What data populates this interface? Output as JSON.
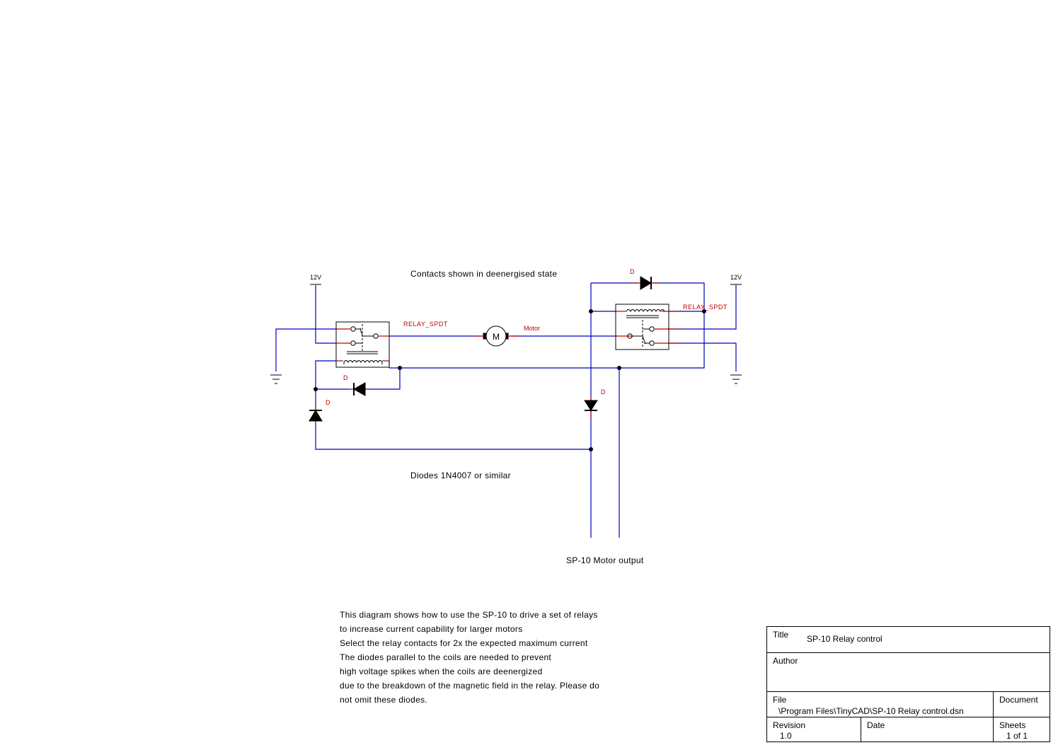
{
  "labels": {
    "supply_left": "12V",
    "supply_right": "12V",
    "relay_left": "RELAY_SPDT",
    "relay_right": "RELAY_SPDT",
    "motor_ref": "Motor",
    "motor_symbol": "M",
    "diode_ref": "D"
  },
  "notes": {
    "contacts_state": "Contacts shown in deenergised state",
    "diodes": "Diodes 1N4007 or similar",
    "motor_output": "SP-10 Motor output"
  },
  "description": [
    "This diagram shows how to use the SP-10 to drive a set of relays",
    "to increase current capability for larger motors",
    "Select the relay contacts for 2x the expected maximum current",
    "The diodes parallel to the coils are needed to prevent",
    "high voltage spikes when the coils are deenergized",
    "due to the breakdown of the magnetic field in the relay. Please do",
    "not omit these diodes."
  ],
  "title_block": {
    "title_label": "Title",
    "title_value": "SP-10 Relay control",
    "author_label": "Author",
    "author_value": "",
    "file_label": "File",
    "file_value": "\\Program Files\\TinyCAD\\SP-10 Relay control.dsn",
    "document_label": "Document",
    "revision_label": "Revision",
    "revision_value": "1.0",
    "date_label": "Date",
    "sheets_label": "Sheets",
    "sheets_value": "1 of 1"
  },
  "colors": {
    "wire": "#0000c0",
    "pin": "#c00000",
    "label": "#c00000",
    "component": "#000000"
  }
}
